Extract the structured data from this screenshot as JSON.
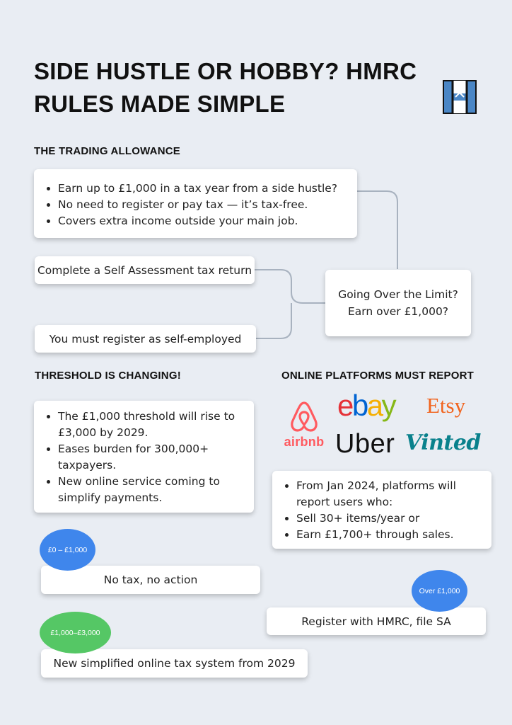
{
  "header": {
    "title_line1": "SIDE HUSTLE OR HOBBY? HMRC",
    "title_line2": "RULES MADE SIMPLE",
    "logo_icon": "house-logo-icon"
  },
  "trading": {
    "heading": "THE TRADING ALLOWANCE",
    "bullets": [
      "Earn up to £1,000 in a tax year from a side hustle?",
      "No need to register or pay tax — it’s tax-free.",
      "Covers extra income outside your main job."
    ],
    "over_limit_line1": "Going Over the Limit?",
    "over_limit_line2": "Earn over £1,000?",
    "action_self_assessment": "Complete a Self Assessment tax return",
    "action_register": "You must register as self-employed"
  },
  "threshold": {
    "heading": "THRESHOLD IS CHANGING!",
    "bullets": [
      "The £1,000 threshold will rise to £3,000 by 2029.",
      "Eases burden for 300,000+ taxpayers.",
      "New online service coming to simplify payments."
    ]
  },
  "platforms": {
    "heading": "ONLINE PLATFORMS MUST REPORT",
    "logos": {
      "airbnb": "airbnb",
      "ebay": [
        "e",
        "b",
        "a",
        "y"
      ],
      "etsy": "Etsy",
      "uber": "Uber",
      "vinted": "Vinted"
    },
    "bullets": [
      "From Jan 2024, platforms will report users who:",
      "Sell 30+ items/year or",
      "Earn £1,700+ through sales."
    ]
  },
  "tiers": [
    {
      "range": "£0 – £1,000",
      "outcome": "No tax, no action",
      "color": "#3f86ec"
    },
    {
      "range": "Over £1,000",
      "outcome": "Register with HMRC, file SA",
      "color": "#3f86ec"
    },
    {
      "range": "£1,000–£3,000",
      "outcome": "New simplified online tax system from 2029",
      "color": "#55c765"
    }
  ],
  "colors": {
    "background": "#e9edf3",
    "connector": "#a8b2bf",
    "ebay_red": "#e53238",
    "ebay_blue": "#0064d2",
    "ebay_yellow": "#f5af02",
    "ebay_green": "#86b817",
    "airbnb": "#ff5a5f",
    "etsy": "#f1641e",
    "vinted": "#09818c",
    "logo_blue": "#4a86c5"
  }
}
